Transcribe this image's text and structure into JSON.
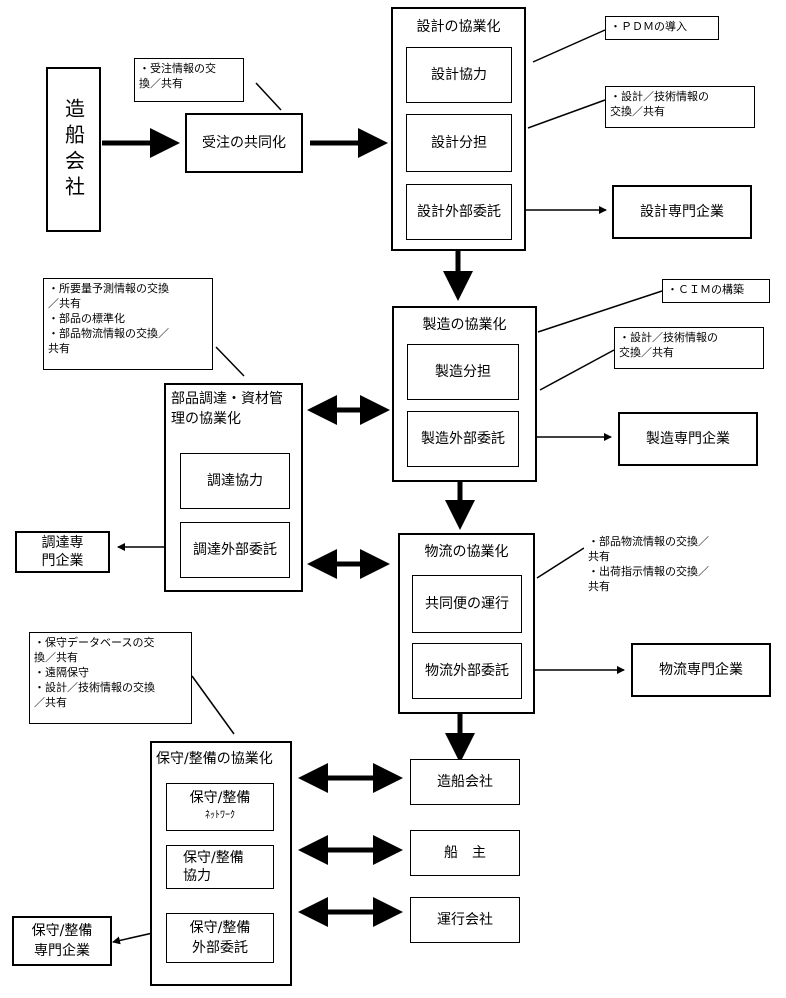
{
  "shipyard": "造船会社",
  "order": {
    "title": "受注の共同化",
    "note": [
      "・受注情報の交",
      "換／共有"
    ]
  },
  "design": {
    "title": "設計の協業化",
    "items": [
      "設計協力",
      "設計分担",
      "設計外部委託"
    ],
    "external": "設計専門企業",
    "note_pdm": "・ＰＤＭの導入",
    "note_info": [
      "・設計／技術情報の",
      "交換／共有"
    ]
  },
  "manufacturing": {
    "title": "製造の協業化",
    "items": [
      "製造分担",
      "製造外部委託"
    ],
    "external": "製造専門企業",
    "note_cim": "・ＣＩＭの構築",
    "note_info": [
      "・設計／技術情報の",
      "交換／共有"
    ]
  },
  "procurement": {
    "title": [
      "部品調達・資材管",
      "理の協業化"
    ],
    "items": [
      "調達協力",
      "調達外部委託"
    ],
    "external": [
      "調達専",
      "門企業"
    ],
    "note": [
      "・所要量予測情報の交換",
      "／共有",
      "・部品の標準化",
      "・部品物流情報の交換／",
      "共有"
    ]
  },
  "logistics": {
    "title": "物流の協業化",
    "items": [
      "共同便の運行",
      "物流外部委託"
    ],
    "external": "物流専門企業",
    "note": [
      "・部品物流情報の交換／",
      "共有",
      "・出荷指示情報の交換／",
      "共有"
    ]
  },
  "maintenance": {
    "title": "保守/整備の協業化",
    "item1": [
      "保守/整備",
      "ﾈｯﾄﾜｰｸ"
    ],
    "item2": [
      "保守/整備",
      "協力"
    ],
    "item3": [
      "保守/整備",
      "外部委託"
    ],
    "external": [
      "保守/整備",
      "専門企業"
    ],
    "note": [
      "・保守データベースの交",
      "換／共有",
      "・遠隔保守",
      "・設計／技術情報の交換",
      "／共有"
    ]
  },
  "partners": {
    "shipyard": "造船会社",
    "owner": "船　主",
    "operator": "運行会社"
  }
}
